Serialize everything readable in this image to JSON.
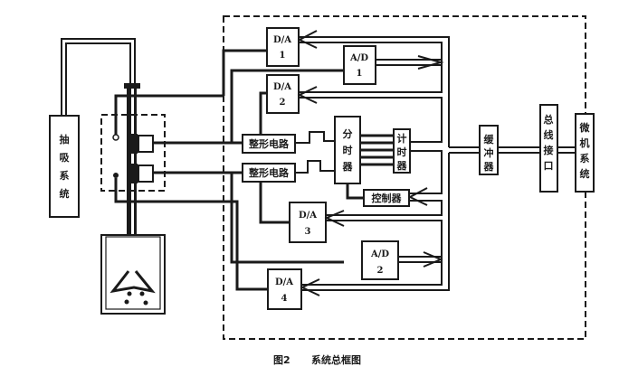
{
  "caption": {
    "figure": "图2",
    "title": "系统总框图"
  },
  "blocks": {
    "suction": [
      "抽",
      "吸",
      "系",
      "统"
    ],
    "da1": [
      "D/A",
      "1"
    ],
    "da2": [
      "D/A",
      "2"
    ],
    "da3": [
      "D/A",
      "3"
    ],
    "da4": [
      "D/A",
      "4"
    ],
    "ad1": [
      "A/D",
      "1"
    ],
    "ad2": [
      "A/D",
      "2"
    ],
    "shaper1": "整形电路",
    "shaper2": "整形电路",
    "divider": [
      "分",
      "时",
      "器"
    ],
    "timer": [
      "计",
      "时",
      "器"
    ],
    "controller": "控制器",
    "buffer": [
      "缓",
      "冲",
      "器"
    ],
    "bus_interface": [
      "总",
      "线",
      "接",
      "口"
    ],
    "computer": [
      "微",
      "机",
      "系",
      "统"
    ]
  }
}
